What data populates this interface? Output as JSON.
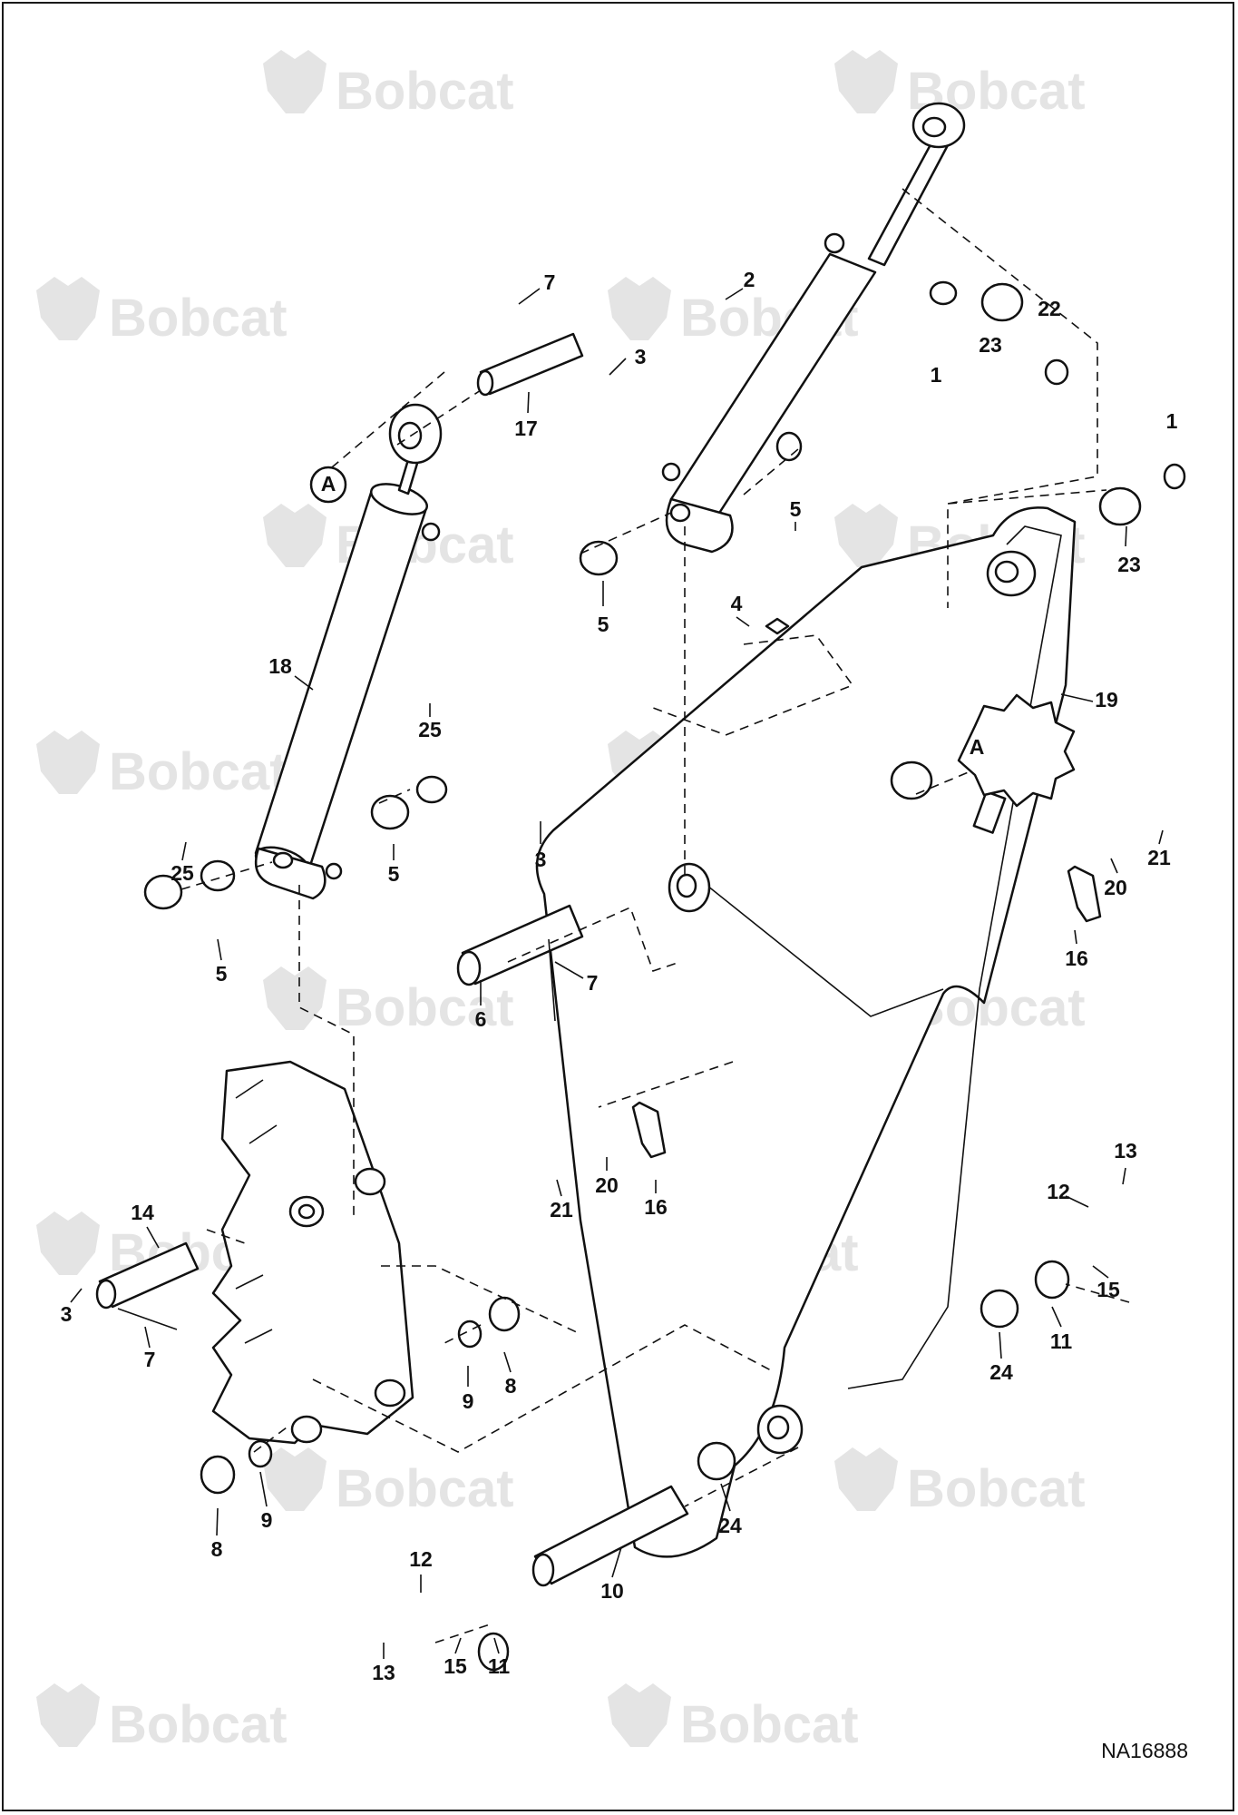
{
  "diagram": {
    "drawing_number": "NA16888",
    "watermark_text": "Bobcat",
    "colors": {
      "line": "#111111",
      "watermark": "#e4e4e4",
      "background": "#ffffff"
    },
    "view_reference_marks": [
      "A",
      "A"
    ],
    "callouts": [
      "7",
      "2",
      "3",
      "22",
      "23",
      "1",
      "17",
      "1",
      "23",
      "5",
      "5",
      "4",
      "18",
      "19",
      "25",
      "3",
      "5",
      "25",
      "21",
      "20",
      "16",
      "5",
      "7",
      "6",
      "14",
      "21",
      "20",
      "16",
      "13",
      "12",
      "3",
      "15",
      "7",
      "11",
      "24",
      "9",
      "8",
      "9",
      "8",
      "24",
      "12",
      "10",
      "13",
      "15",
      "11"
    ]
  }
}
